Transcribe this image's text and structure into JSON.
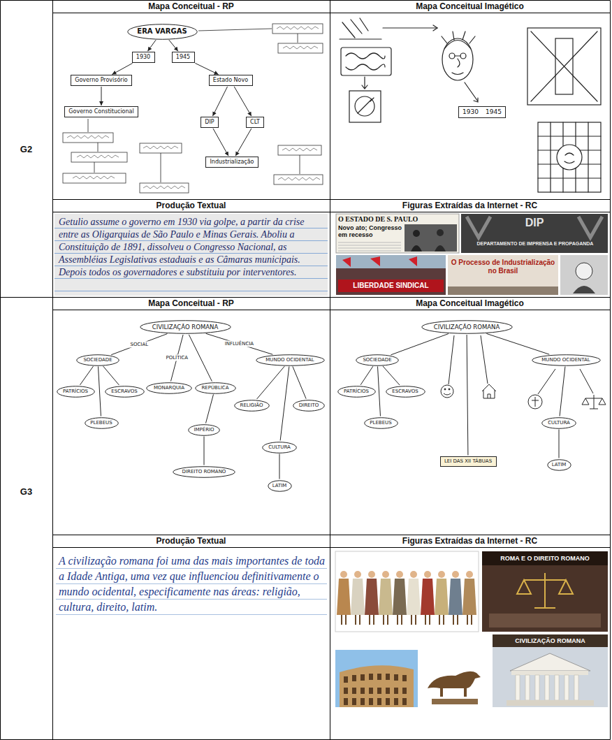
{
  "diagram": {
    "nodes": [
      {
        "text": [
          "ERA VARGAS"
        ]
      },
      {
        "text": [
          "1930"
        ]
      },
      {
        "text": [
          "1945"
        ]
      },
      {
        "text": [
          "Governo Provisório"
        ]
      },
      {
        "text": [
          "Governo Constitucional"
        ]
      },
      {
        "text": [
          "Estado Novo"
        ]
      },
      {
        "text": [
          "DIP"
        ]
      },
      {
        "text": [
          "CLT"
        ]
      },
      {
        "text": [
          "Industrialização"
        ]
      },
      {
        "text": [
          "1930",
          "1945"
        ]
      },
      {
        "text": [
          "CIVILIZAÇÃO ROMANA"
        ]
      },
      {
        "text": [
          "SOCIEDADE"
        ]
      },
      {
        "text": [
          "MONARQUIA"
        ]
      },
      {
        "text": [
          "REPÚBLICA"
        ]
      },
      {
        "text": [
          "MUNDO OCIDENTAL"
        ]
      },
      {
        "text": [
          "PATRÍCIOS"
        ]
      },
      {
        "text": [
          "PLEBEUS"
        ]
      },
      {
        "text": [
          "ESCRAVOS"
        ]
      },
      {
        "text": [
          "IMPÉRIO"
        ]
      },
      {
        "text": [
          "DIREITO ROMANO"
        ]
      },
      {
        "text": [
          "RELIGIÃO"
        ]
      },
      {
        "text": [
          "CULTURA"
        ]
      },
      {
        "text": [
          "DIREITO"
        ]
      },
      {
        "text": [
          "LATIM"
        ]
      },
      {
        "text": [
          "CIVILIZAÇÃO ROMANA"
        ]
      },
      {
        "text": [
          "SOCIEDADE"
        ]
      },
      {
        "text": [
          "MUNDO OCIDENTAL"
        ]
      },
      {
        "text": [
          "PATRÍCIOS"
        ]
      },
      {
        "text": [
          "PLEBEUS"
        ]
      },
      {
        "text": [
          "ESCRAVOS"
        ]
      },
      {
        "text": [
          "LEI DAS XII TÁBUAS"
        ]
      },
      {
        "text": [
          "CULTURA"
        ]
      },
      {
        "text": [
          "LATIM"
        ]
      }
    ],
    "edges": [
      {
        "from": 0,
        "to": 1,
        "arrow": "to"
      },
      {
        "from": 0,
        "to": 2,
        "arrow": "to"
      },
      {
        "from": 1,
        "to": 3,
        "arrow": "to"
      },
      {
        "from": 3,
        "to": 4,
        "arrow": "to"
      },
      {
        "from": 2,
        "to": 5,
        "arrow": "to"
      },
      {
        "from": 5,
        "to": 6,
        "arrow": "to"
      },
      {
        "from": 5,
        "to": 7,
        "arrow": "to"
      },
      {
        "from": 6,
        "to": 8,
        "arrow": "to"
      },
      {
        "from": 7,
        "to": 8,
        "arrow": "to"
      },
      {
        "from": 10,
        "to": 11,
        "arrow": "none",
        "label": "SOCIAL"
      },
      {
        "from": 10,
        "to": 12,
        "arrow": "none",
        "label": "POLÍTICA"
      },
      {
        "from": 10,
        "to": 13,
        "arrow": "none"
      },
      {
        "from": 10,
        "to": 14,
        "arrow": "none",
        "label": "INFLUÊNCIA"
      },
      {
        "from": 11,
        "to": 15,
        "arrow": "none"
      },
      {
        "from": 11,
        "to": 16,
        "arrow": "none"
      },
      {
        "from": 11,
        "to": 17,
        "arrow": "none"
      },
      {
        "from": 13,
        "to": 18,
        "arrow": "none"
      },
      {
        "from": 18,
        "to": 19,
        "arrow": "none"
      },
      {
        "from": 14,
        "to": 20,
        "arrow": "none"
      },
      {
        "from": 14,
        "to": 21,
        "arrow": "none"
      },
      {
        "from": 14,
        "to": 22,
        "arrow": "none"
      },
      {
        "from": 21,
        "to": 23,
        "arrow": "none"
      },
      {
        "from": 24,
        "to": 25,
        "arrow": "none"
      },
      {
        "from": 24,
        "to": 26,
        "arrow": "none"
      },
      {
        "from": 24,
        "to": 30,
        "arrow": "none"
      },
      {
        "from": 25,
        "to": 27,
        "arrow": "none"
      },
      {
        "from": 25,
        "to": 28,
        "arrow": "none"
      },
      {
        "from": 25,
        "to": 29,
        "arrow": "none"
      },
      {
        "from": 26,
        "to": 31,
        "arrow": "none"
      },
      {
        "from": 31,
        "to": 32,
        "arrow": "none"
      }
    ],
    "labels": [
      "Mapa Conceitual - RP",
      "Mapa Conceitual Imagético",
      "G2",
      "Produção Textual",
      "Figuras Extraídas da Internet - RC",
      "Getulio assume o governo em 1930 via golpe, a partir da crise entre as Oligarquias de São Paulo e Minas Gerais. Aboliu a Constituição de 1891, dissolveu o Congresso Nacional, as Assembléias Legislativas estaduais e as Câmaras municipais. Depois todos os governadores e substituiu por interventores.",
      "O ESTADO DE S. PAULO",
      "Novo ato; Congresso em recesso",
      "DIP",
      "DEPARTAMENTO DE IMPRENSA E PROPAGANDA",
      "LIBERDADE SINDICAL",
      "O Processo de Industrialização no Brasil",
      "Mapa Conceitual - RP",
      "Mapa Conceitual Imagético",
      "G3",
      "Produção Textual",
      "Figuras Extraídas da Internet - RC",
      "A civilização romana foi uma das mais importantes de toda a Idade Antiga, uma vez que influenciou definitivamente o mundo ocidental, especificamente nas áreas: religião, cultura, direito, latim.",
      "ROMA E O DIREITO ROMANO",
      "CIVILIZAÇÃO ROMANA"
    ]
  }
}
